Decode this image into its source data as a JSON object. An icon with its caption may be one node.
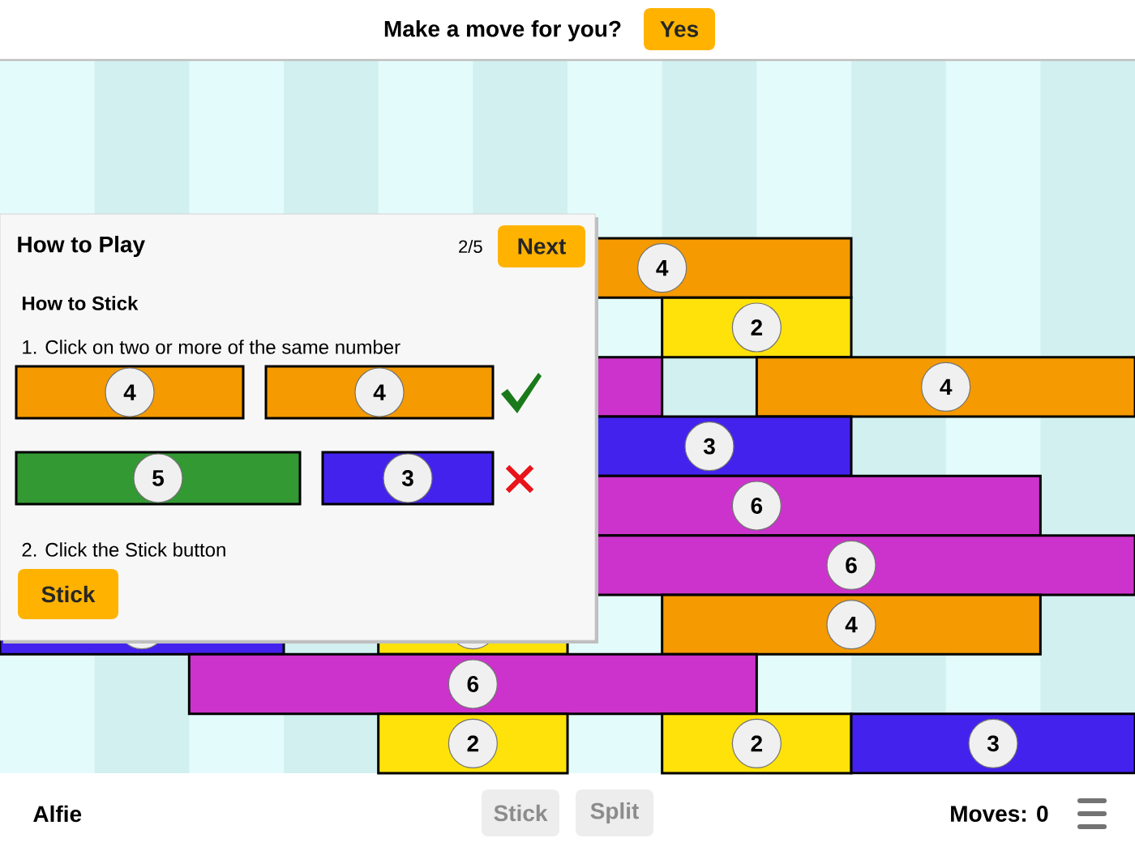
{
  "diagram": {
    "nodes": [
      {
        "text": [
          "Yes"
        ]
      },
      {
        "text": [
          "How to Play",
          "2/5",
          "How to Stick",
          "1. Click on two or more of the same number",
          "2. Click the Stick button"
        ]
      },
      {
        "text": [
          "Next"
        ],
        "in": 1
      },
      {
        "text": [
          "4"
        ],
        "in": 1
      },
      {
        "text": [
          "4"
        ],
        "in": 1
      },
      {
        "text": [
          "5"
        ],
        "in": 1
      },
      {
        "text": [
          "3"
        ],
        "in": 1
      },
      {
        "text": [
          "Stick"
        ],
        "in": 1
      },
      {
        "text": [
          "4"
        ]
      },
      {
        "text": [
          "2"
        ]
      },
      {
        "text": [],
        "shape": "bar"
      },
      {
        "text": [
          "4"
        ]
      },
      {
        "text": [
          "3"
        ]
      },
      {
        "text": [
          "6"
        ]
      },
      {
        "text": [
          "6"
        ]
      },
      {
        "text": [],
        "shape": "bar"
      },
      {
        "text": [],
        "shape": "bar"
      },
      {
        "text": [
          "4"
        ]
      },
      {
        "text": [
          "6"
        ]
      },
      {
        "text": [
          "2"
        ]
      },
      {
        "text": [
          "2"
        ]
      },
      {
        "text": [
          "3"
        ]
      },
      {
        "text": [
          "Stick"
        ]
      },
      {
        "text": [
          "Split"
        ]
      }
    ],
    "labels": [
      "Make a move for you?",
      "Alfie",
      "Moves: 0"
    ]
  }
}
